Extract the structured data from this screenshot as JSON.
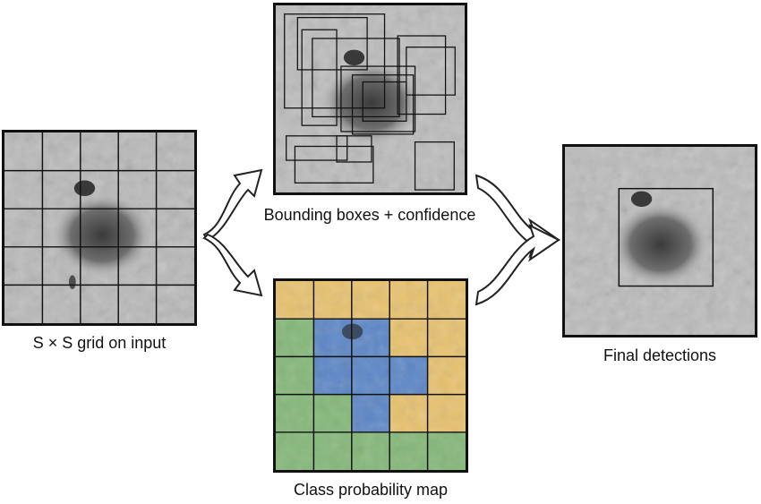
{
  "captions": {
    "input": "S × S grid on input",
    "boxes": "Bounding boxes + confidence",
    "class_map": "Class probability map",
    "final": "Final detections"
  },
  "grid": {
    "rows": 5,
    "cols": 5
  },
  "class_map": {
    "colors": {
      "Y": "#e8c26e",
      "B": "#5b86c7",
      "G": "#84b878"
    },
    "cells": [
      [
        "Y",
        "Y",
        "Y",
        "Y",
        "Y"
      ],
      [
        "G",
        "B",
        "B",
        "Y",
        "Y"
      ],
      [
        "G",
        "B",
        "B",
        "B",
        "Y"
      ],
      [
        "G",
        "G",
        "B",
        "Y",
        "Y"
      ],
      [
        "G",
        "G",
        "G",
        "G",
        "G"
      ]
    ]
  }
}
